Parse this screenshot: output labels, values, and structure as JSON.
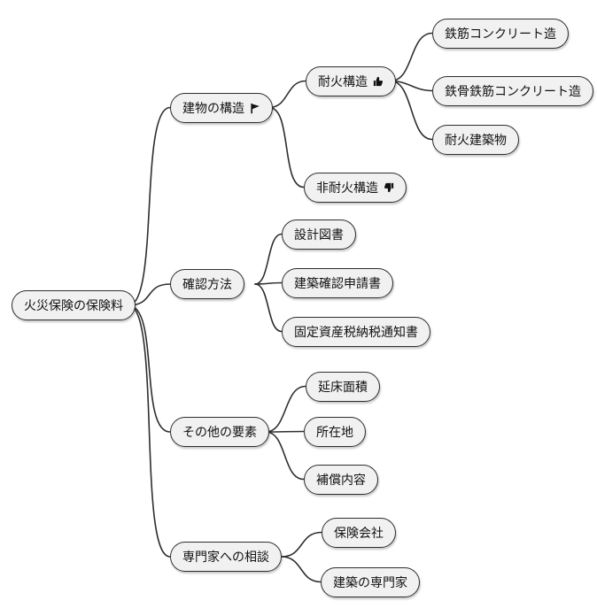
{
  "mindmap": {
    "root": {
      "label": "火災保険の保険料"
    },
    "branches": [
      {
        "label": "建物の構造",
        "icon": "flag-icon",
        "children": [
          {
            "label": "耐火構造",
            "icon": "thumbs-up-icon",
            "children": [
              {
                "label": "鉄筋コンクリート造"
              },
              {
                "label": "鉄骨鉄筋コンクリート造"
              },
              {
                "label": "耐火建築物"
              }
            ]
          },
          {
            "label": "非耐火構造",
            "icon": "thumbs-down-icon",
            "children": []
          }
        ]
      },
      {
        "label": "確認方法",
        "children": [
          {
            "label": "設計図書"
          },
          {
            "label": "建築確認申請書"
          },
          {
            "label": "固定資産税納税通知書"
          }
        ]
      },
      {
        "label": "その他の要素",
        "children": [
          {
            "label": "延床面積"
          },
          {
            "label": "所在地"
          },
          {
            "label": "補償内容"
          }
        ]
      },
      {
        "label": "専門家への相談",
        "children": [
          {
            "label": "保険会社"
          },
          {
            "label": "建築の専門家"
          }
        ]
      }
    ],
    "colors": {
      "node_fill": "#f1f1f1",
      "node_border": "#2e2e2e",
      "connector": "#2e2e2e",
      "background": "#ffffff"
    }
  }
}
